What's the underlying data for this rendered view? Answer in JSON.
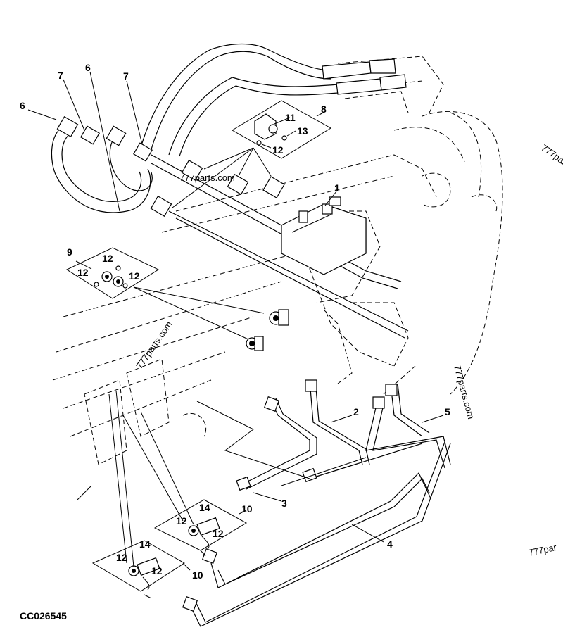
{
  "figure": {
    "id": "CC026545",
    "type": "exploded parts diagram",
    "subject": "hydraulic lines and fittings"
  },
  "callouts": [
    {
      "label": "1"
    },
    {
      "label": "2"
    },
    {
      "label": "3"
    },
    {
      "label": "4"
    },
    {
      "label": "5"
    },
    {
      "label": "6"
    },
    {
      "label": "6"
    },
    {
      "label": "7"
    },
    {
      "label": "7"
    },
    {
      "label": "8"
    },
    {
      "label": "9"
    },
    {
      "label": "10"
    },
    {
      "label": "10"
    },
    {
      "label": "11"
    },
    {
      "label": "12"
    },
    {
      "label": "12"
    },
    {
      "label": "12"
    },
    {
      "label": "12"
    },
    {
      "label": "12"
    },
    {
      "label": "12"
    },
    {
      "label": "12"
    },
    {
      "label": "12"
    },
    {
      "label": "13"
    },
    {
      "label": "14"
    },
    {
      "label": "14"
    }
  ],
  "kits": {
    "kit8": {
      "label": "8",
      "items": [
        "11",
        "12",
        "13"
      ]
    },
    "kit9": {
      "label": "9",
      "items": [
        "12",
        "12",
        "12"
      ]
    },
    "kit10a": {
      "label": "10",
      "items": [
        "14",
        "12",
        "12"
      ]
    },
    "kit10b": {
      "label": "10",
      "items": [
        "14",
        "12",
        "12"
      ]
    }
  },
  "watermarks": [
    "777parts.com",
    "777parts.com",
    "777parts.com",
    "777par",
    "777par"
  ]
}
